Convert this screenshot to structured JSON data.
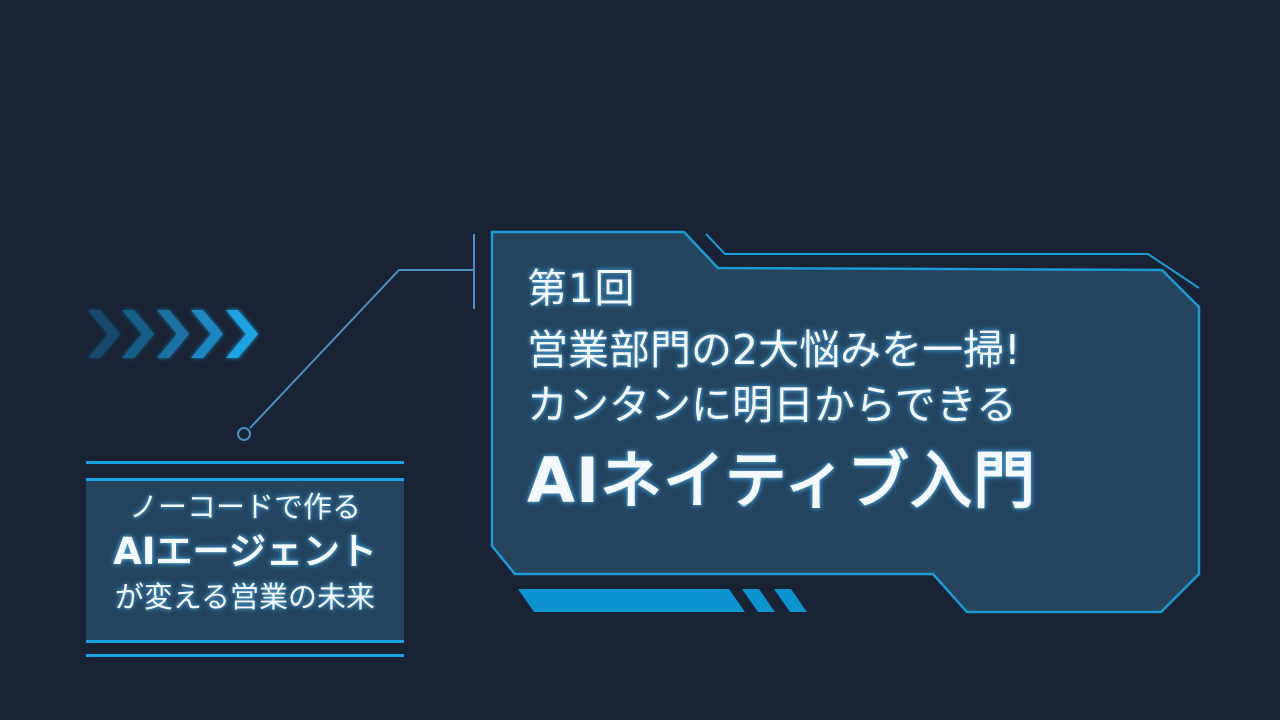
{
  "slide": {
    "background_color": "#1a2333",
    "panel_fill_color": "#26445e",
    "accent_color": "#1a9ad6",
    "bar_color": "#0b94cf",
    "text_color": "#f5f8fc"
  },
  "decoration": {
    "chevrons": {
      "count": 5,
      "icon": "chevron-right-icon",
      "colors": [
        "#134a6d",
        "#175e88",
        "#1a72a4",
        "#1c87c2",
        "#1ea3e3"
      ]
    },
    "connector": {
      "end_marker": "circle-icon"
    },
    "accent_bars": {
      "count": 3
    }
  },
  "title_panel": {
    "episode": "第1回",
    "headline_line1": "営業部門の2大悩みを一掃!",
    "headline_line2": "カンタンに明日からできる",
    "main_title": "AIネイティブ入門"
  },
  "series_box": {
    "line1": "ノーコードで作る",
    "line2": "AIエージェント",
    "line3": "が変える営業の未来"
  }
}
